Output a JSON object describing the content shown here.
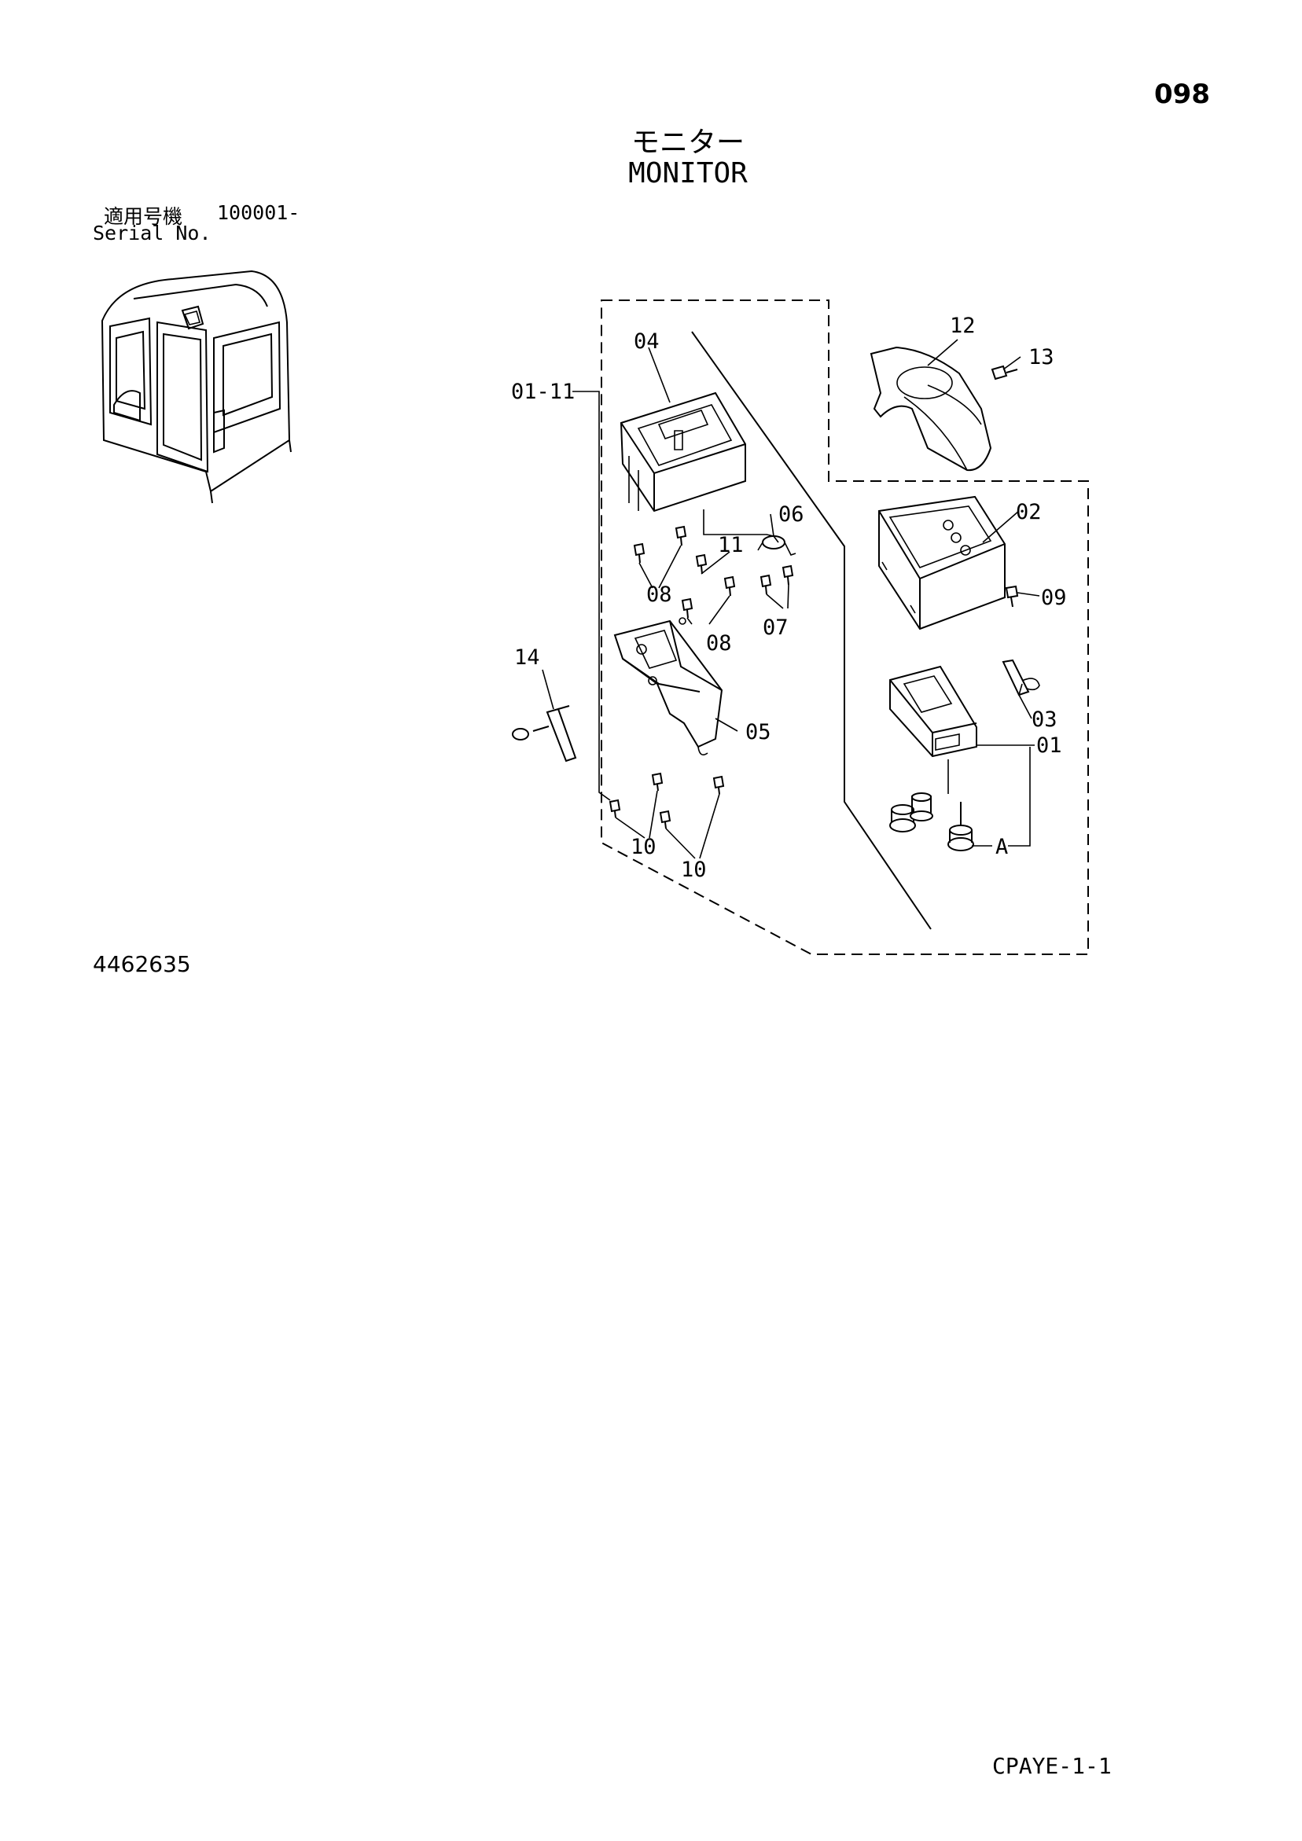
{
  "page": {
    "page_number": "098",
    "title_jp": "モニター",
    "title_en": "MONITOR",
    "serial_label_jp": "適用号機",
    "serial_range": "100001-",
    "serial_label_en": "Serial No.",
    "drawing_number": "4462635",
    "catalog_code": "CPAYE-1-1"
  },
  "callouts": {
    "c_01_11": "01-11",
    "c_04": "04",
    "c_12": "12",
    "c_13": "13",
    "c_06": "06",
    "c_11": "11",
    "c_02": "02",
    "c_08a": "08",
    "c_08b": "08",
    "c_07": "07",
    "c_09": "09",
    "c_14": "14",
    "c_05": "05",
    "c_03": "03",
    "c_01": "01",
    "c_A": "A",
    "c_10a": "10",
    "c_10b": "10"
  }
}
